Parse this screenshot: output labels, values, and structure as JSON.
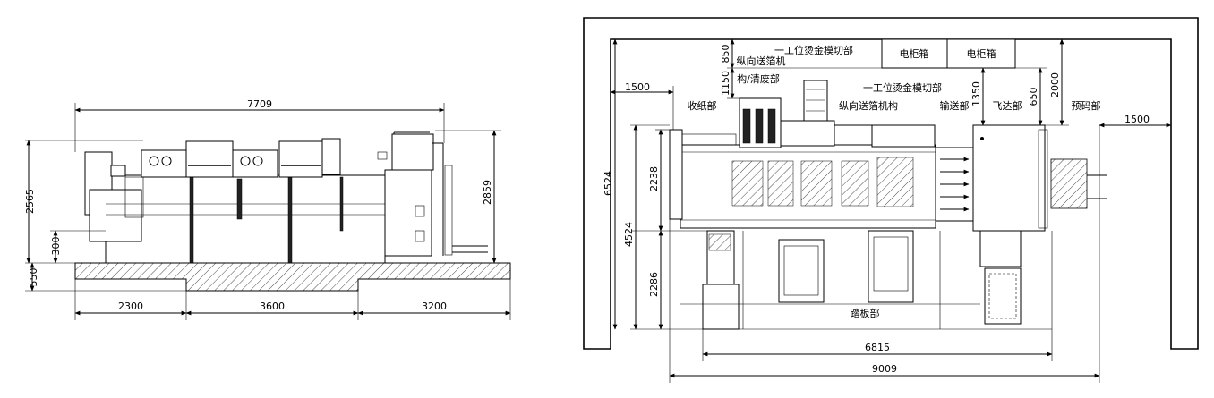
{
  "side_view": {
    "dimensions": {
      "overall_length": "7709",
      "overall_height": "2565",
      "right_height": "2859",
      "foundation_300": "300",
      "foundation_550": "550",
      "bottom_left": "2300",
      "bottom_mid": "3600",
      "bottom_right": "3200"
    }
  },
  "plan_view": {
    "dimensions": {
      "top_850": "850",
      "top_1150": "1150",
      "left_1500": "1500",
      "right_1500": "1500",
      "d_1350": "1350",
      "d_650": "650",
      "d_2000": "2000",
      "d_6524": "6524",
      "d_2238": "2238",
      "d_4524": "4524",
      "d_2286": "2286",
      "d_6815": "6815",
      "d_9009": "9009"
    },
    "labels": {
      "cabinet_1": "电柜箱",
      "cabinet_2": "电柜箱",
      "station_1": "一工位烫金模切部",
      "station_2": "一工位烫金模切部",
      "foil_feed_waste_line1": "纵向送箔机",
      "foil_feed_waste_line2": "构/清废部",
      "foil_feed_mechanism": "纵向送箔机构",
      "delivery": "收纸部",
      "conveyor": "输送部",
      "feeder": "飞达部",
      "pre_stack": "预码部",
      "pedal": "踏板部"
    }
  }
}
